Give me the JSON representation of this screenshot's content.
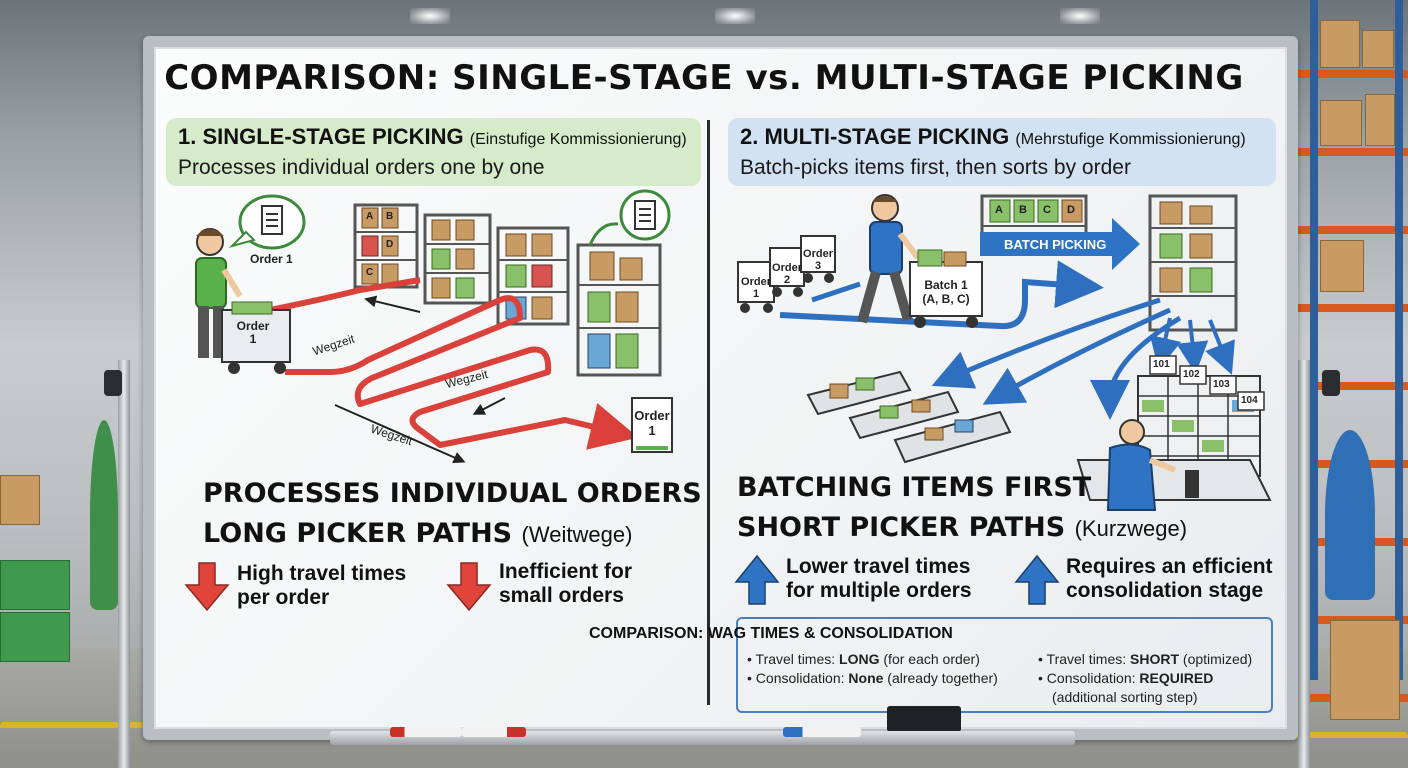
{
  "title": "COMPARISON: SINGLE-STAGE vs. MULTI-STAGE PICKING",
  "left": {
    "heading": "1. SINGLE-STAGE PICKING",
    "heading_sub": "(Einstufige Kommissionierung)",
    "description": "Processes individual orders one by one",
    "illustration": {
      "order_bubble": "Order 1",
      "cart_line1": "Order",
      "cart_line2": "1",
      "path_labels": [
        "Wegzeit",
        "Wegzeit",
        "Wegzeit"
      ],
      "end_line1": "Order",
      "end_line2": "1",
      "shelf_letters": [
        "A",
        "B",
        "C",
        "D"
      ]
    },
    "summary_line1": "PROCESSES INDIVIDUAL ORDERS",
    "summary_line2": "LONG PICKER PATHS",
    "summary_line2_sub": "(Weitwege)",
    "points": [
      {
        "line1": "High travel times",
        "line2": "per order",
        "icon": "arrow-down-icon"
      },
      {
        "line1": "Inefficient for",
        "line2": "small orders",
        "icon": "arrow-down-icon"
      }
    ]
  },
  "right": {
    "heading": "2. MULTI-STAGE PICKING",
    "heading_sub": "(Mehrstufige Kommissionierung)",
    "description": "Batch-picks items first, then sorts by order",
    "illustration": {
      "carts": [
        {
          "line1": "Order",
          "line2": "1"
        },
        {
          "line1": "Order",
          "line2": "2"
        },
        {
          "line1": "Order",
          "line2": "3"
        }
      ],
      "batch_line1": "Batch 1",
      "batch_line2": "(A, B, C)",
      "batch_arrow": "BATCH PICKING",
      "shelf_letters": [
        "A",
        "B",
        "C",
        "D"
      ],
      "bins": [
        "101",
        "102",
        "103",
        "104"
      ]
    },
    "summary_line1": "BATCHING ITEMS FIRST",
    "summary_line2": "SHORT PICKER PATHS",
    "summary_line2_sub": "(Kurzwege)",
    "points": [
      {
        "line1": "Lower travel times",
        "line2": "for multiple orders",
        "icon": "arrow-up-icon"
      },
      {
        "line1": "Requires an efficient",
        "line2": "consolidation stage",
        "icon": "arrow-up-icon"
      }
    ]
  },
  "comparison": {
    "title": "COMPARISON: WAG TIMES & CONSOLIDATION",
    "left_items": [
      {
        "label": "• Travel times: ",
        "value": "LONG",
        "rest": " (for each order)"
      },
      {
        "label": "• Consolidation: ",
        "value": "None",
        "rest": " (already together)"
      }
    ],
    "right_items": [
      {
        "label": "• Travel times: ",
        "value": "SHORT",
        "rest": " (optimized)"
      },
      {
        "label": "• Consolidation: ",
        "value": "REQUIRED",
        "rest": ""
      }
    ],
    "right_note": "(additional sorting step)"
  },
  "colors": {
    "left_accent": "#d6ebc9",
    "right_accent": "#d2e2f3",
    "path_red": "#d9413a",
    "path_blue": "#2f6fc0",
    "arrow_down": "#e0443a",
    "arrow_up": "#2f74c4"
  }
}
